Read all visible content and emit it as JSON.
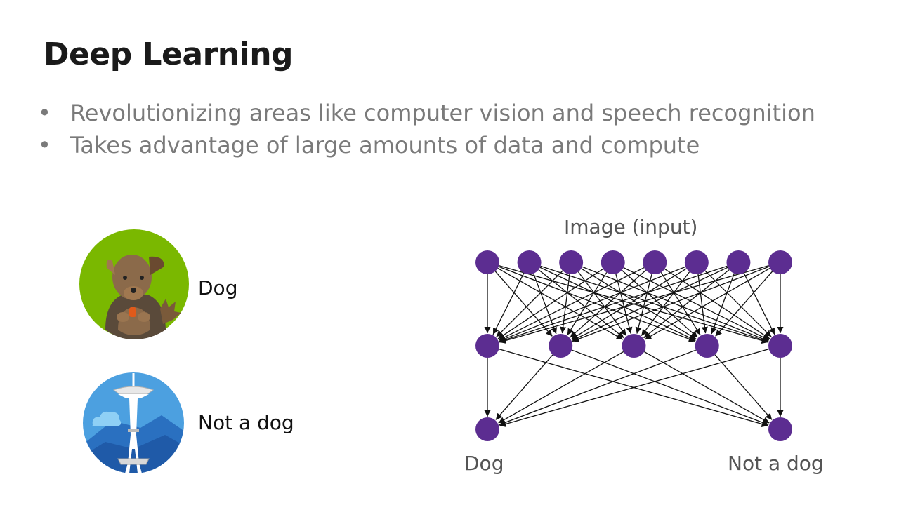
{
  "slide": {
    "title": "Deep Learning",
    "bullets": [
      "Revolutionizing areas like computer vision and speech recognition",
      "Takes advantage of large amounts of data and compute"
    ]
  },
  "examples": {
    "dog_label": "Dog",
    "not_dog_label": "Not a dog"
  },
  "network": {
    "input_label": "Image (input)",
    "output_labels": [
      "Dog",
      "Not a dog"
    ],
    "layers": [
      8,
      5,
      2
    ],
    "node_color": "#5c2d91",
    "edge_color": "#111111"
  },
  "colors": {
    "dog_bg": "#7ab800",
    "tower_bg": "#4ca0e0"
  }
}
